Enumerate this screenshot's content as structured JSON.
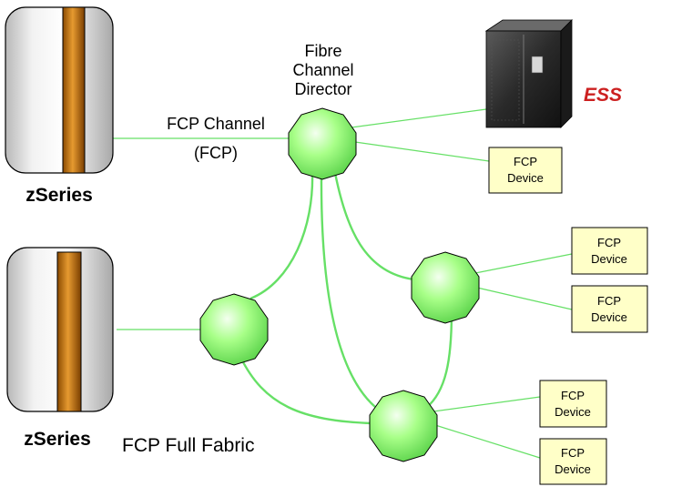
{
  "mainframes": [
    {
      "label": "zSeries"
    },
    {
      "label": "zSeries"
    }
  ],
  "director_label": [
    "Fibre",
    "Channel",
    "Director"
  ],
  "channel_label": [
    "FCP Channel",
    "(FCP)"
  ],
  "storage_label": "ESS",
  "fabric_label": "FCP Full Fabric",
  "devices": [
    {
      "line1": "FCP",
      "line2": "Device"
    },
    {
      "line1": "FCP",
      "line2": "Device"
    },
    {
      "line1": "FCP",
      "line2": "Device"
    },
    {
      "line1": "FCP",
      "line2": "Device"
    },
    {
      "line1": "FCP",
      "line2": "Device"
    }
  ],
  "colors": {
    "link": "#66e066",
    "switch_fill": "#90ff70",
    "device_fill": "#ffffc8",
    "ess_label": "#cc2020",
    "mainframe_core": "#c87810"
  }
}
